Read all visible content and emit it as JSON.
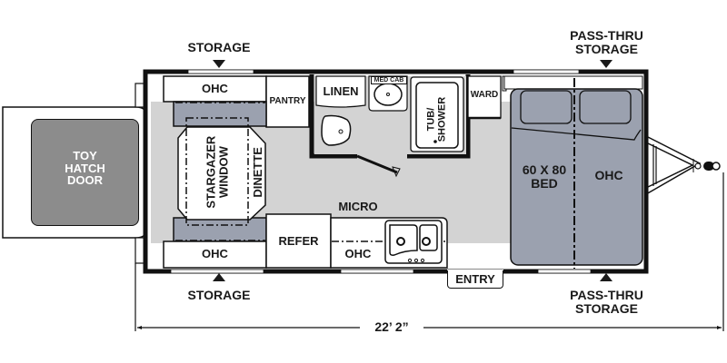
{
  "colors": {
    "wall": "#111111",
    "floor": "#d3d3d3",
    "seat_bed": "#9ba1af",
    "toy_hatch": "#8c8c8c",
    "cabinet": "#ffffff",
    "text": "#1a1a1a"
  },
  "callouts": {
    "storage_top": "STORAGE",
    "storage_bottom": "STORAGE",
    "pass_thru_top_line1": "PASS-THRU",
    "pass_thru_top_line2": "STORAGE",
    "pass_thru_bottom_line1": "PASS-THRU",
    "pass_thru_bottom_line2": "STORAGE"
  },
  "rooms": {
    "toy_hatch_door": [
      "TOY",
      "HATCH",
      "DOOR"
    ],
    "ohc_top_left": "OHC",
    "ohc_bottom_left": "OHC",
    "pantry": "PANTRY",
    "stargazer_window": [
      "STARGAZER",
      "WINDOW"
    ],
    "dinette": "DINETTE",
    "linen": "LINEN",
    "med_cab": "MED CAB",
    "tub_shower": [
      "TUB/",
      "SHOWER"
    ],
    "ward": "WARD",
    "refer": "REFER",
    "micro": "MICRO",
    "ohc_kitchen": "OHC",
    "entry": "ENTRY",
    "bed": [
      "60 X 80",
      "BED"
    ],
    "ohc_bed": "OHC"
  },
  "dimension": {
    "overall_length": "22’ 2”"
  }
}
